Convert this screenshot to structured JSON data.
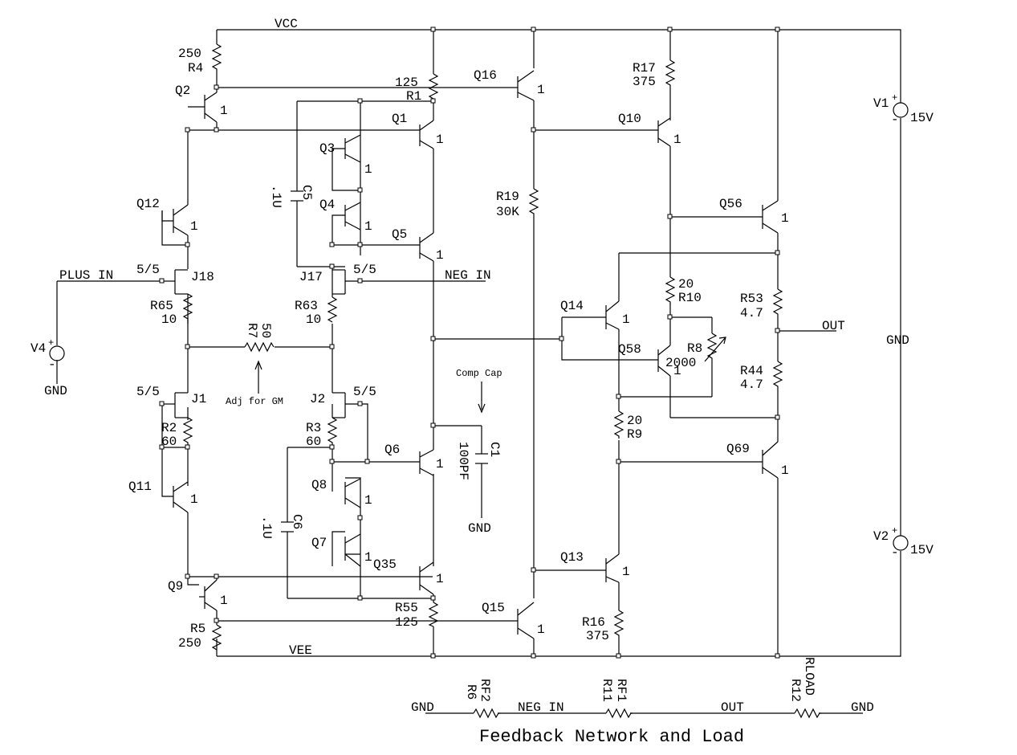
{
  "rails": {
    "vcc": "VCC",
    "vee": "VEE"
  },
  "gnd": "GND",
  "transistors": [
    {
      "ref": "Q2",
      "m": "1"
    },
    {
      "ref": "Q1",
      "m": "1"
    },
    {
      "ref": "Q3",
      "m": "1"
    },
    {
      "ref": "Q4",
      "m": "1"
    },
    {
      "ref": "Q5",
      "m": "1"
    },
    {
      "ref": "Q12",
      "m": "1"
    },
    {
      "ref": "Q16",
      "m": "1"
    },
    {
      "ref": "Q10",
      "m": "1"
    },
    {
      "ref": "Q56",
      "m": "1"
    },
    {
      "ref": "Q14",
      "m": "1"
    },
    {
      "ref": "Q58",
      "m": "1"
    },
    {
      "ref": "Q6",
      "m": "1"
    },
    {
      "ref": "Q8",
      "m": "1"
    },
    {
      "ref": "Q7",
      "m": "1"
    },
    {
      "ref": "Q11",
      "m": "1"
    },
    {
      "ref": "Q9",
      "m": "1"
    },
    {
      "ref": "Q35",
      "m": "1"
    },
    {
      "ref": "Q15",
      "m": "1"
    },
    {
      "ref": "Q13",
      "m": "1"
    },
    {
      "ref": "Q69",
      "m": "1"
    }
  ],
  "jfets": [
    {
      "ref": "J18",
      "ratio": "5/5"
    },
    {
      "ref": "J17",
      "ratio": "5/5"
    },
    {
      "ref": "J1",
      "ratio": "5/5"
    },
    {
      "ref": "J2",
      "ratio": "5/5"
    }
  ],
  "resistors": [
    {
      "ref": "R4",
      "value": "250"
    },
    {
      "ref": "R1",
      "value": "125"
    },
    {
      "ref": "R17",
      "value": "375"
    },
    {
      "ref": "R19",
      "value": "30K"
    },
    {
      "ref": "R65",
      "value": "10"
    },
    {
      "ref": "R63",
      "value": "10"
    },
    {
      "ref": "R7",
      "value": "50"
    },
    {
      "ref": "R2",
      "value": "60"
    },
    {
      "ref": "R3",
      "value": "60"
    },
    {
      "ref": "R10",
      "value": "20"
    },
    {
      "ref": "R8",
      "value": "2000"
    },
    {
      "ref": "R53",
      "value": "4.7"
    },
    {
      "ref": "R44",
      "value": "4.7"
    },
    {
      "ref": "R9",
      "value": "20"
    },
    {
      "ref": "R55",
      "value": "125"
    },
    {
      "ref": "R5",
      "value": "250"
    },
    {
      "ref": "R16",
      "value": "375"
    },
    {
      "ref": "R6",
      "value": "RF2"
    },
    {
      "ref": "R11",
      "value": "RF1"
    },
    {
      "ref": "R12",
      "value": "RLOAD"
    }
  ],
  "capacitors": [
    {
      "ref": "C5",
      "value": ".1U"
    },
    {
      "ref": "C6",
      "value": ".1U"
    },
    {
      "ref": "C1",
      "value": "100PF"
    }
  ],
  "sources": [
    {
      "ref": "V1",
      "value": "15V"
    },
    {
      "ref": "V2",
      "value": "15V"
    },
    {
      "ref": "V4",
      "value": ""
    }
  ],
  "nets": {
    "plus_in": "PLUS IN",
    "neg_in": "NEG IN",
    "out": "OUT"
  },
  "notes": {
    "adj": "Adj for GM",
    "comp": "Comp Cap"
  },
  "feedback": {
    "gnd_left": "GND",
    "neg_in": "NEG IN",
    "out": "OUT",
    "gnd_right": "GND",
    "title": "Feedback Network and Load"
  }
}
